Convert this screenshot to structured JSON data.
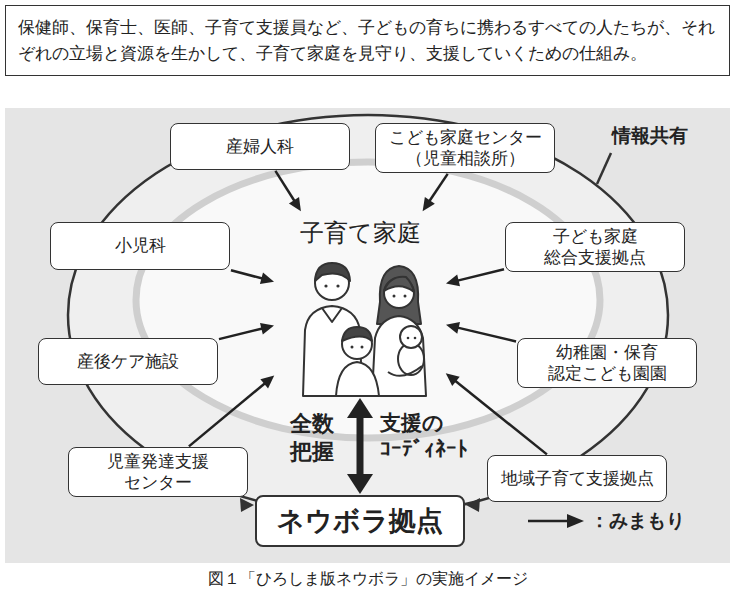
{
  "diagram": {
    "caption": "図１「ひろしま版ネウボラ」の実施イメージ",
    "nodes": [
      {
        "text": [
          "保健師、保育士、医師、子育て支援員など、子どもの育ちに携わるすべての人たちが、それぞれの立場と資源を生かして、子育て家庭を見守り、支援していくための仕組み。"
        ]
      },
      {
        "text": [
          "産婦人科"
        ]
      },
      {
        "text": [
          "こども家庭センター （児童相談所）"
        ]
      },
      {
        "text": [
          "小児科"
        ]
      },
      {
        "text": [
          "子育て家庭"
        ]
      },
      {
        "text": [
          "子ども家庭 総合支援拠点"
        ]
      },
      {
        "text": [
          "産後ケア施設"
        ]
      },
      {
        "text": [
          "幼稚園・保育 認定こども園園"
        ]
      },
      {
        "text": [
          "児童発達支援 センター"
        ]
      },
      {
        "text": [
          "地域子育て支援拠点"
        ]
      },
      {
        "text": [
          "ネウボラ拠点"
        ]
      }
    ],
    "edges": [
      {
        "from": 1,
        "to": 4,
        "arrow": "to"
      },
      {
        "from": 2,
        "to": 4,
        "arrow": "to"
      },
      {
        "from": 3,
        "to": 4,
        "arrow": "to"
      },
      {
        "from": 5,
        "to": 4,
        "arrow": "to"
      },
      {
        "from": 6,
        "to": 4,
        "arrow": "to"
      },
      {
        "from": 7,
        "to": 4,
        "arrow": "to"
      },
      {
        "from": 8,
        "to": 4,
        "arrow": "to"
      },
      {
        "from": 9,
        "to": 4,
        "arrow": "to"
      },
      {
        "from": 10,
        "to": 4,
        "arrow": "both"
      }
    ],
    "labels": [
      "情報共有",
      "全数 把握",
      "支援の ｺｰﾃﾞｨﾈｰﾄ"
    ],
    "legend": [
      {
        "text": "：みまもり"
      }
    ]
  }
}
